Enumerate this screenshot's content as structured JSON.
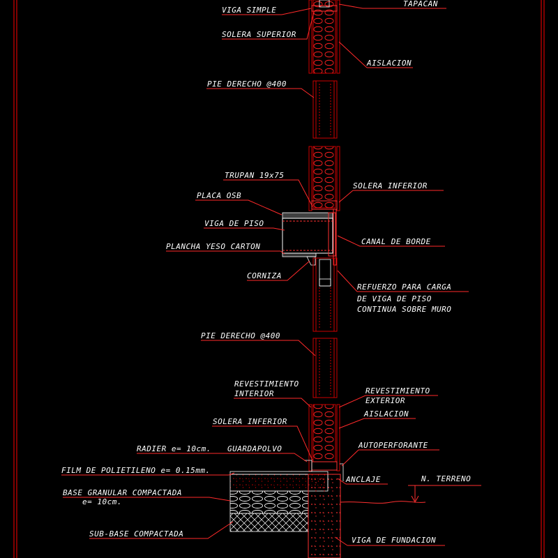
{
  "colors": {
    "background": "#000000",
    "frame": "#ff0000",
    "section": "#cc0000",
    "leader": "#ff2a2a",
    "text": "#ffffff",
    "concrete": "#b00000",
    "insulation": "#e00000",
    "highlight": "#ff3030"
  },
  "labels": {
    "viga_simple": "VIGA SIMPLE",
    "tapacan": "TAPACAN",
    "solera_superior": "SOLERA SUPERIOR",
    "aislacion_top": "AISLACION",
    "pie_derecho_top": "PIE DERECHO @400",
    "trupan": "TRUPAN 19x75",
    "solera_inferior_top": "SOLERA INFERIOR",
    "placa_osb": "PLACA OSB",
    "viga_de_piso": "VIGA DE PISO",
    "canal_de_borde": "CANAL DE BORDE",
    "plancha_yeso": "PLANCHA YESO CARTON",
    "corniza": "CORNIZA",
    "refuerzo_1": "REFUERZO PARA CARGA",
    "refuerzo_2": "DE VIGA DE PISO",
    "refuerzo_3": "CONTINUA SOBRE MURO",
    "pie_derecho_bottom": "PIE DERECHO @400",
    "revestimiento_interior_1": "REVESTIMIENTO",
    "revestimiento_interior_2": "INTERIOR",
    "revestimiento_exterior_1": "REVESTIMIENTO",
    "revestimiento_exterior_2": "EXTERIOR",
    "aislacion_bottom": "AISLACION",
    "solera_inferior_bottom": "SOLERA INFERIOR",
    "autoperforante": "AUTOPERFORANTE",
    "radier": "RADIER e= 10cm.",
    "guardapolvo": "GUARDAPOLVO",
    "film": "FILM DE POLIETILENO e= 0.15mm.",
    "anclaje": "ANCLAJE",
    "n_terreno": "N. TERRENO",
    "base_granular_1": "BASE GRANULAR COMPACTADA",
    "base_granular_2": "e= 10cm.",
    "sub_base": "SUB-BASE COMPACTADA",
    "viga_fundacion": "VIGA DE FUNDACION"
  }
}
